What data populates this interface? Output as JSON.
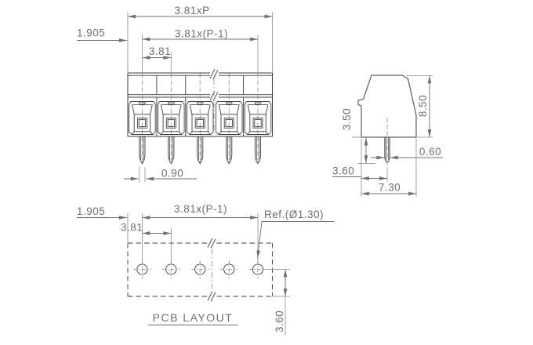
{
  "front_view": {
    "dim_total_width": "3.81xP",
    "dim_span": "3.81x(P-1)",
    "dim_pitch": "3.81",
    "dim_half_pitch": "1.905",
    "dim_pin_width": "0.90",
    "poles_visible": 5
  },
  "side_view": {
    "dim_pin_length": "3.50",
    "dim_body_height": "8.50",
    "dim_pin_thickness": "0.60",
    "dim_pin_to_front": "3.60",
    "dim_body_depth": "7.30"
  },
  "pcb_layout": {
    "label": "PCB LAYOUT",
    "dim_half_pitch": "1.905",
    "dim_span": "3.81x(P-1)",
    "dim_pitch": "3.81",
    "dim_hole_ref": "Ref.(Ø1.30)",
    "dim_row_to_edge": "3.60",
    "holes_visible": 5
  },
  "colors": {
    "line": "#3f3f3f",
    "dim": "#6f6f6f",
    "background": "#ffffff"
  }
}
